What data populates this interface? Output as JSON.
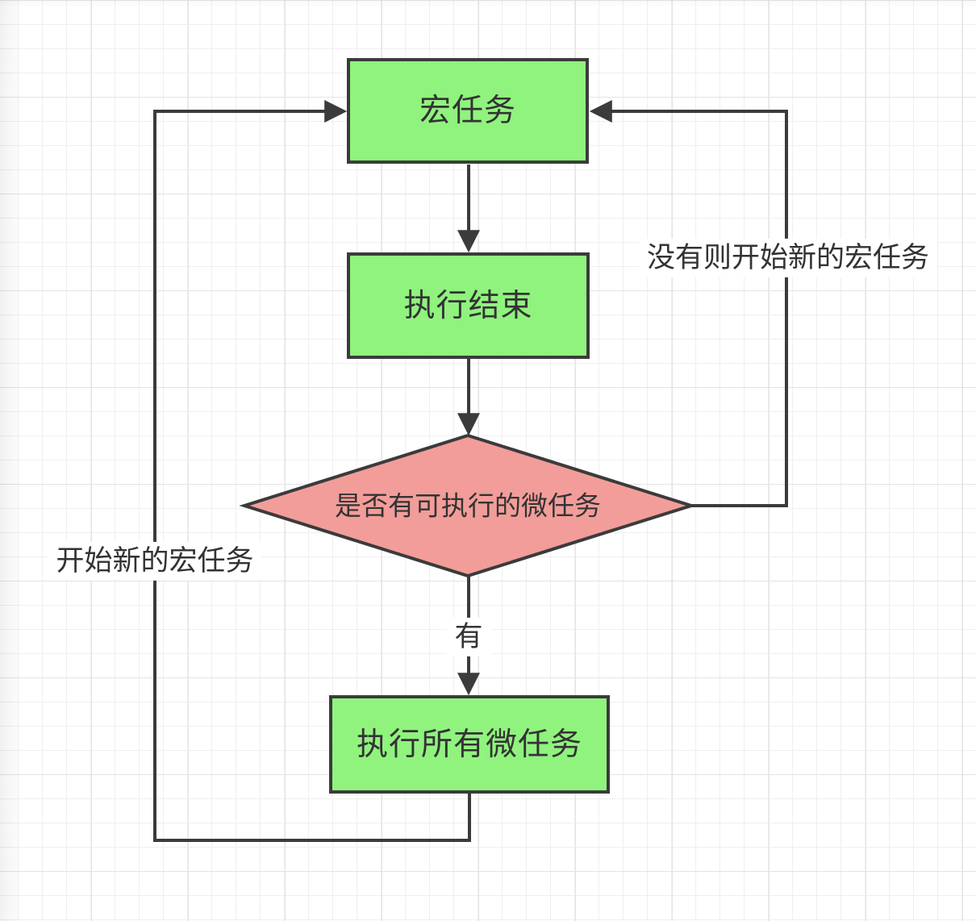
{
  "colors": {
    "node_fill_green": "#90F37E",
    "node_fill_pink": "#F29D9A",
    "stroke": "#3B3B3B",
    "text": "#333333",
    "grid_minor": "#EFEFEF",
    "grid_major": "#E3E3E3",
    "edge_label_background": "#FFFFFF"
  },
  "diagram": {
    "type": "flowchart",
    "nodes": [
      {
        "id": "macro-task",
        "shape": "rectangle",
        "label": "宏任务"
      },
      {
        "id": "execution-finished",
        "shape": "rectangle",
        "label": "执行结束"
      },
      {
        "id": "has-executable-microtask",
        "shape": "diamond",
        "label": "是否有可执行的微任务"
      },
      {
        "id": "run-all-microtasks",
        "shape": "rectangle",
        "label": "执行所有微任务"
      }
    ],
    "edges": [
      {
        "from": "macro-task",
        "to": "execution-finished",
        "label": ""
      },
      {
        "from": "execution-finished",
        "to": "has-executable-microtask",
        "label": ""
      },
      {
        "from": "has-executable-microtask",
        "to": "run-all-microtasks",
        "label": "有"
      },
      {
        "from": "run-all-microtasks",
        "to": "macro-task",
        "label": "开始新的宏任务"
      },
      {
        "from": "has-executable-microtask",
        "to": "macro-task",
        "label": "没有则开始新的宏任务"
      }
    ]
  }
}
